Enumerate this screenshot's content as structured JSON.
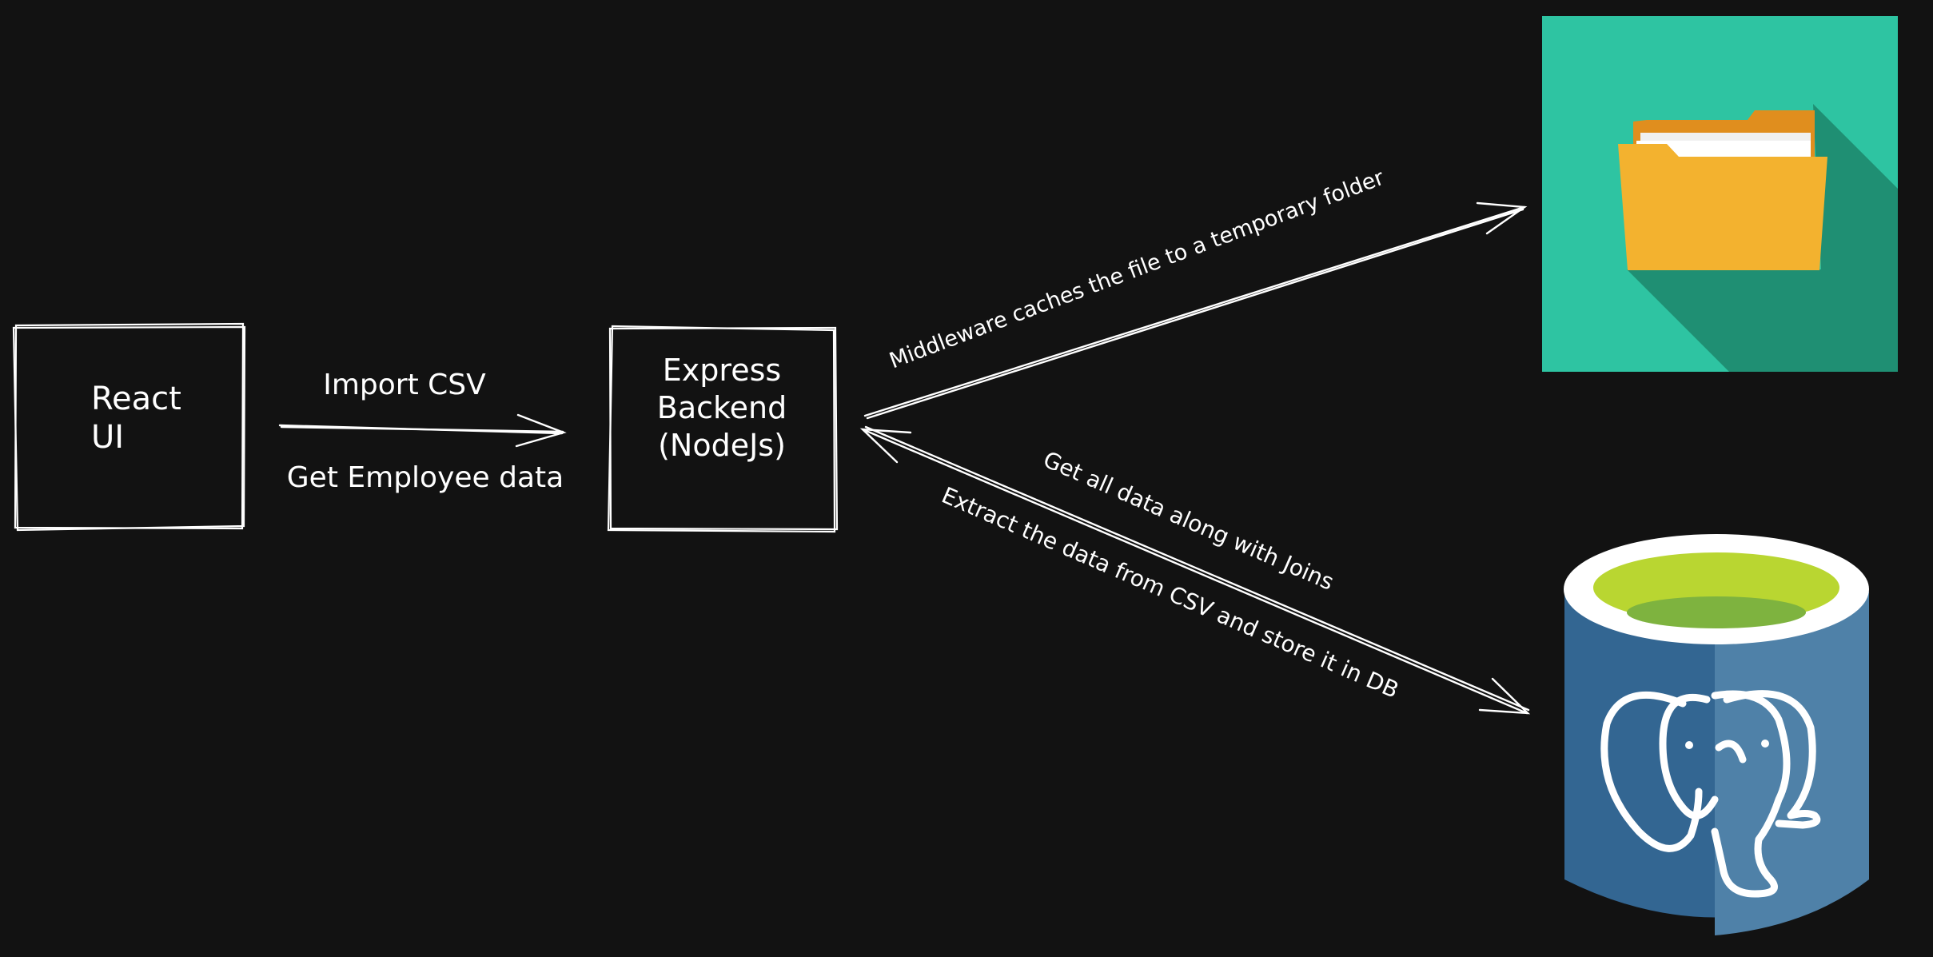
{
  "colors": {
    "background": "#121212",
    "stroke": "#ffffff",
    "folder_tile": "#2ec4a2",
    "folder_shadow": "#1f8f73",
    "folder_front": "#f3b22f",
    "folder_back": "#e08e1e",
    "db_top_ring": "#ffffff",
    "db_liquid": "#b9d631",
    "db_liquid_dark": "#7eb33f",
    "db_body_left": "#336692",
    "db_body_right": "#4f81a8"
  },
  "nodes": {
    "react_ui": {
      "line1": "React",
      "line2": "UI"
    },
    "express_backend": {
      "line1": "Express",
      "line2": "Backend",
      "line3": "(NodeJs)"
    },
    "temp_folder": {
      "icon": "folder-icon"
    },
    "postgres_db": {
      "icon": "postgresql-database-icon"
    }
  },
  "edges": {
    "ui_to_backend": {
      "label_top": "Import CSV",
      "label_bottom": "Get Employee data"
    },
    "backend_to_folder": {
      "label": "Middleware caches the file to a temporary folder"
    },
    "backend_db": {
      "label_top": "Get all data along with Joins",
      "label_bottom": "Extract the data from CSV and store it in DB"
    }
  }
}
